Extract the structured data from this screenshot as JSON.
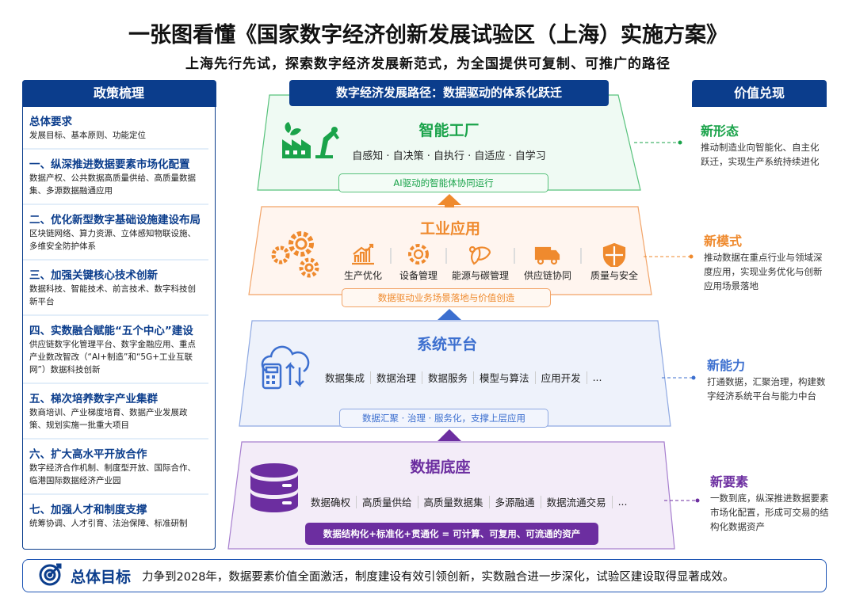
{
  "title": "一张图看懂《国家数字经济创新发展试验区（上海）实施方案》",
  "subtitle": "上海先行先试，探索数字经济发展新范式，为全国提供可复制、可推广的路径",
  "left_panel": {
    "title": "政策梳理",
    "sections": [
      {
        "heading": "总体要求",
        "text": "发展目标、基本原则、功能定位"
      },
      {
        "heading": "一、纵深推进数据要素市场化配置",
        "text": "数据产权、公共数据高质量供给、高质量数据集、多源数据融通应用"
      },
      {
        "heading": "二、优化新型数字基础设施建设布局",
        "text": "区块链网络、算力资源、立体感知物联设施、多维安全防护体系"
      },
      {
        "heading": "三、加强关键核心技术创新",
        "text": "数据科技、智能技术、前言技术、数字科技创新平台"
      },
      {
        "heading": "四、实数融合赋能“五个中心”建设",
        "text": "供应链数字化管理平台、数字金融应用、重点产业数改智改（“AI+制造”和“5G+工业互联网”）数据科技创新"
      },
      {
        "heading": "五、梯次培养数字产业集群",
        "text": "数商培训、产业梯度培育、数据产业发展政策、规划实施一批重大项目"
      },
      {
        "heading": "六、扩大高水平开放合作",
        "text": "数字经济合作机制、制度型开放、国际合作、临港国际数据经济产业园"
      },
      {
        "heading": "七、加强人才和制度支撑",
        "text": "统筹协调、人才引育、法治保障、标准研制"
      }
    ]
  },
  "center": {
    "title": "数字经济发展路径：数据驱动的体系化跃迁",
    "layers": [
      {
        "title": "智能工厂",
        "subtitle": "自感知 · 自决策 · 自执行 · 自适应 · 自学习",
        "pill": "AI驱动的智能体协同运行",
        "color": "#1aa34a"
      },
      {
        "title": "工业应用",
        "items": [
          "生产优化",
          "设备管理",
          "能源与碳管理",
          "供应链协同",
          "质量与安全"
        ],
        "pill": "数据驱动业务场景落地与价值创造",
        "color": "#ef8a2e"
      },
      {
        "title": "系统平台",
        "items": [
          "数据集成",
          "数据治理",
          "数据服务",
          "模型与算法",
          "应用开发",
          "..."
        ],
        "pill": "数据汇聚 · 治理 · 服务化，支撑上层应用",
        "color": "#3c6fcf"
      },
      {
        "title": "数据底座",
        "items": [
          "数据确权",
          "高质量供给",
          "高质量数据集",
          "多源融通",
          "数据流通交易",
          "..."
        ],
        "pill": "数据结构化+标准化+贯通化 = 可计算、可复用、可流通的资产",
        "color": "#6c2ea0"
      }
    ]
  },
  "right_panel": {
    "title": "价值兑现",
    "values": [
      {
        "heading": "新形态",
        "text": "推动制造业向智能化、自主化跃迁，实现生产系统持续进化",
        "color": "#1aa34a"
      },
      {
        "heading": "新模式",
        "text": "推动数据在重点行业与领域深度应用，实现业务优化与创新应用场景落地",
        "color": "#ef8a2e"
      },
      {
        "heading": "新能力",
        "text": "打通数据，汇聚治理，构建数字经济系统平台与能力中台",
        "color": "#3c6fcf"
      },
      {
        "heading": "新要素",
        "text": "一数到底，纵深推进数据要素市场化配置，形成可交易的结构化数据资产",
        "color": "#6c2ea0"
      }
    ]
  },
  "goal": {
    "label": "总体目标",
    "text": "力争到2028年，数据要素价值全面激活，制度建设有效引领创新，实数融合进一步深化，试验区建设取得显著成效。"
  }
}
